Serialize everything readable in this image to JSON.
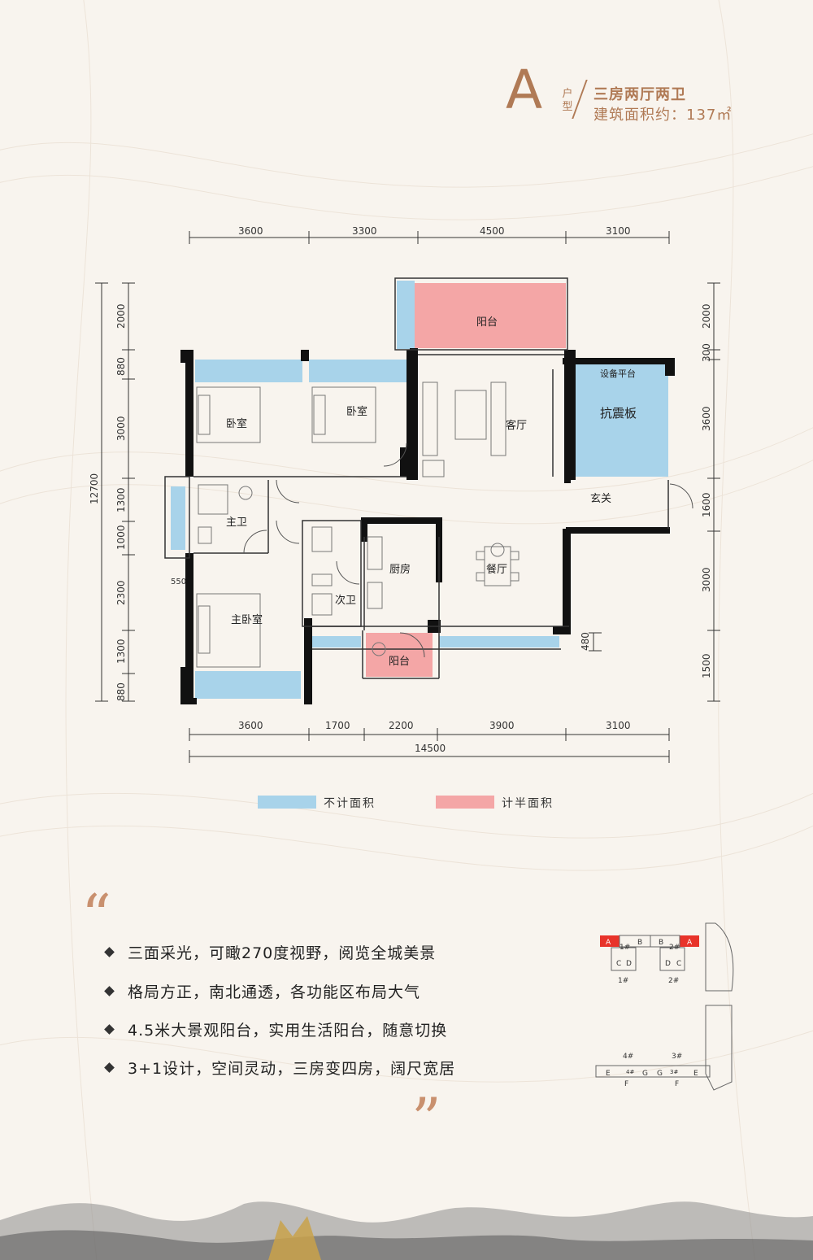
{
  "header": {
    "type_letter": "A",
    "type_suffix_1": "户",
    "type_suffix_2": "型",
    "layout": "三房两厅两卫",
    "area": "建筑面积约：137㎡"
  },
  "dimensions": {
    "top": [
      "3600",
      "3300",
      "4500",
      "3100"
    ],
    "bottom": [
      "3600",
      "1700",
      "2200",
      "3900",
      "3100"
    ],
    "total": "14500",
    "left": [
      "2000",
      "880",
      "3000",
      "1300",
      "1000",
      "2300",
      "1300",
      "880"
    ],
    "left_total": "12700",
    "right": [
      "2000",
      "300",
      "3600",
      "1600",
      "3000",
      "1500"
    ],
    "wall_550": "550",
    "wall_480": "480"
  },
  "rooms": {
    "balcony_top": "阳台",
    "bedroom_1": "卧室",
    "bedroom_2": "卧室",
    "living_room": "客厅",
    "equipment_platform": "设备平台",
    "seismic_board": "抗震板",
    "entrance": "玄关",
    "master_bath": "主卫",
    "kitchen": "厨房",
    "dining_room": "餐厅",
    "second_bath": "次卫",
    "master_bedroom": "主卧室",
    "balcony_bottom": "阳台"
  },
  "legend": {
    "excluded": {
      "label": "不计面积",
      "color": "#a8d3ea"
    },
    "half": {
      "label": "计半面积",
      "color": "#f4a6a6"
    }
  },
  "quotes": {
    "open": "“",
    "close": "”"
  },
  "features": [
    "三面采光，可瞰270度视野，阅览全城美景",
    "格局方正，南北通透，各功能区布局大气",
    "4.5米大景观阳台，实用生活阳台，随意切换",
    "3+1设计，空间灵动，三房变四房，阔尺宽居"
  ],
  "site_map": {
    "units_top": [
      "A",
      "1#",
      "B",
      "B",
      "2#",
      "A",
      "C",
      "D",
      "D",
      "C"
    ],
    "buildings_top": [
      "1#",
      "2#"
    ],
    "buildings_bottom": [
      "4#",
      "3#"
    ],
    "units_bottom": [
      "E",
      "F",
      "G",
      "G",
      "F",
      "E",
      "4#",
      "3#"
    ],
    "highlight_color": "#e8332a"
  }
}
